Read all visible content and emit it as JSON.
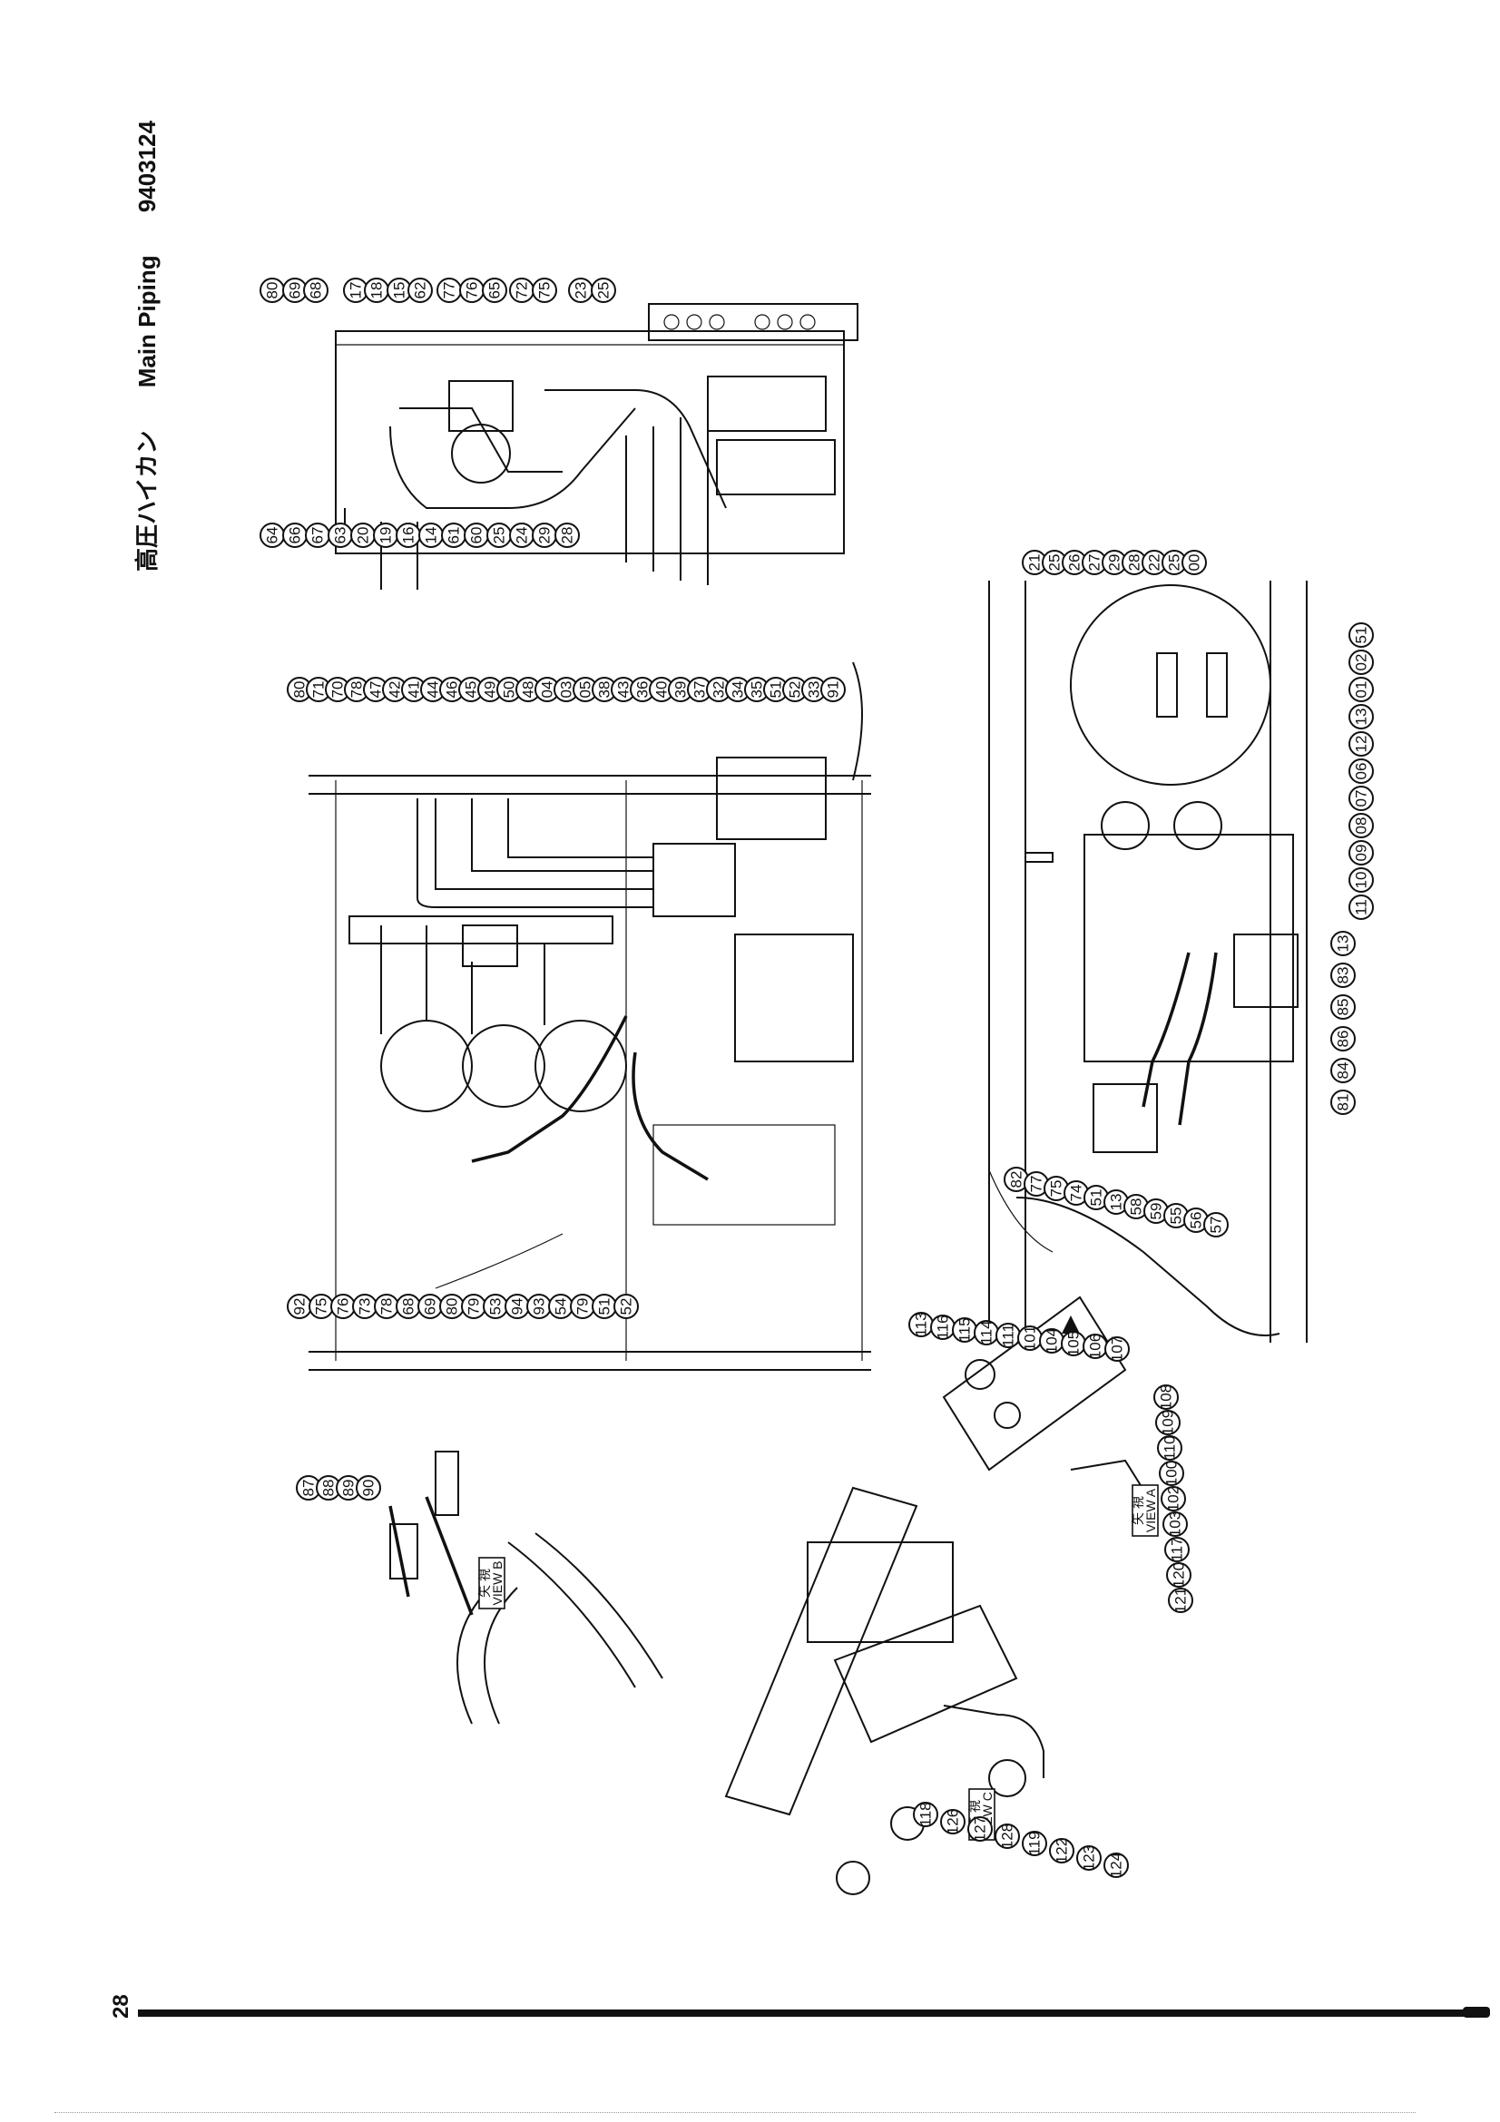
{
  "header": {
    "title_jp": "高圧ハイカン",
    "title_en": "Main Piping",
    "doc_number": "9403124"
  },
  "footer": {
    "page_number": "28"
  },
  "views": [
    {
      "id": "A",
      "line1": "矢 視",
      "line2": "VIEW A"
    },
    {
      "id": "B",
      "line1": "矢 視",
      "line2": "VIEW B"
    },
    {
      "id": "C",
      "line1": "矢 視",
      "line2": "VIEW C"
    }
  ],
  "callouts": {
    "top_view": [
      "80",
      "69",
      "68",
      "17",
      "18",
      "15",
      "62",
      "77",
      "76",
      "65",
      "72",
      "75",
      "23",
      "25",
      "64",
      "66",
      "67",
      "63",
      "20",
      "19",
      "16",
      "14",
      "61",
      "60",
      "25",
      "24",
      "29",
      "28"
    ],
    "main_view_top": [
      "80",
      "71",
      "70",
      "78",
      "47",
      "42",
      "41",
      "44",
      "46",
      "45",
      "49",
      "50",
      "48",
      "04",
      "03",
      "05",
      "38",
      "43",
      "36",
      "40",
      "39",
      "37",
      "32",
      "34",
      "35",
      "51",
      "52",
      "33",
      "91",
      "92",
      "75",
      "76",
      "73",
      "78",
      "68",
      "69",
      "80",
      "79",
      "53",
      "94",
      "93",
      "54",
      "79",
      "51",
      "52"
    ],
    "right_view": [
      "21",
      "25",
      "26",
      "27",
      "29",
      "28",
      "22",
      "25",
      "00",
      "51",
      "02",
      "01",
      "13",
      "12",
      "06",
      "07",
      "08",
      "09",
      "10",
      "11",
      "13",
      "83",
      "85",
      "86",
      "84",
      "81",
      "82",
      "77",
      "75",
      "74",
      "51",
      "13",
      "58",
      "59",
      "55",
      "56",
      "57"
    ],
    "view_b": [
      "87",
      "88",
      "89",
      "90"
    ],
    "view_c": [
      "113",
      "116",
      "115",
      "114",
      "111",
      "101",
      "104",
      "105",
      "106",
      "107",
      "108",
      "109",
      "110",
      "100",
      "102",
      "103",
      "117",
      "120",
      "121",
      "118",
      "126",
      "127",
      "128",
      "119",
      "122",
      "123",
      "124"
    ]
  }
}
